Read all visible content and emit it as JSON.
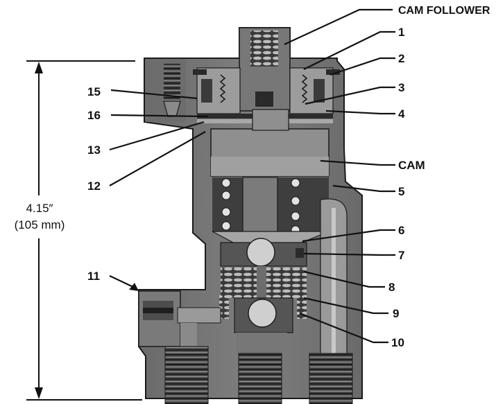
{
  "labels": {
    "cam_follower": "CAM FOLLOWER",
    "cam": "CAM",
    "n1": "1",
    "n2": "2",
    "n3": "3",
    "n4": "4",
    "n5": "5",
    "n6": "6",
    "n7": "7",
    "n8": "8",
    "n9": "9",
    "n10": "10",
    "n11": "11",
    "n12": "12",
    "n13": "13",
    "n15": "15",
    "n16": "16"
  },
  "dimension": {
    "inches": "4.15″",
    "mm": "(105 mm)"
  }
}
